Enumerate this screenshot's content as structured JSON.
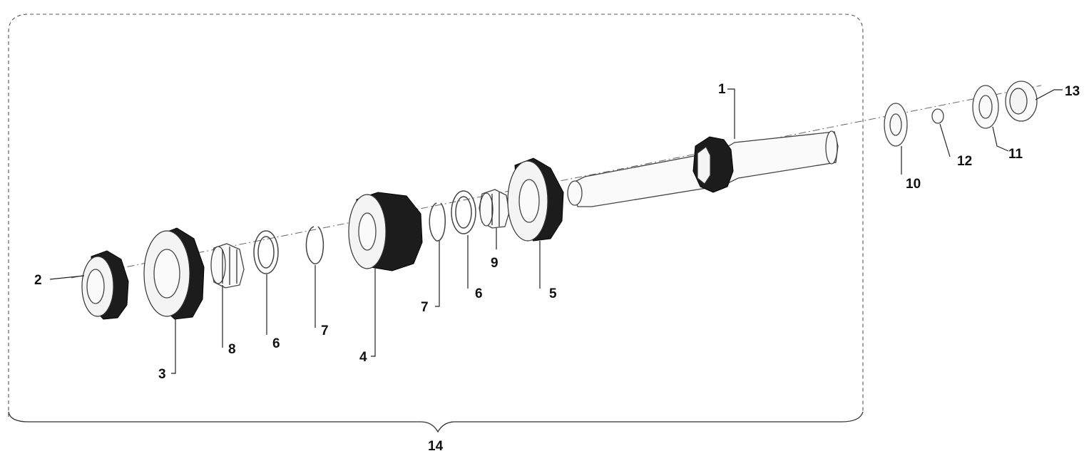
{
  "diagram": {
    "callouts": [
      {
        "id": "1",
        "label": "1"
      },
      {
        "id": "2",
        "label": "2"
      },
      {
        "id": "3",
        "label": "3"
      },
      {
        "id": "4",
        "label": "4"
      },
      {
        "id": "5",
        "label": "5"
      },
      {
        "id": "6a",
        "label": "6"
      },
      {
        "id": "6b",
        "label": "6"
      },
      {
        "id": "7a",
        "label": "7"
      },
      {
        "id": "7b",
        "label": "7"
      },
      {
        "id": "8",
        "label": "8"
      },
      {
        "id": "9",
        "label": "9"
      },
      {
        "id": "10",
        "label": "10"
      },
      {
        "id": "11",
        "label": "11"
      },
      {
        "id": "12",
        "label": "12"
      },
      {
        "id": "13",
        "label": "13"
      },
      {
        "id": "14",
        "label": "14"
      }
    ]
  }
}
